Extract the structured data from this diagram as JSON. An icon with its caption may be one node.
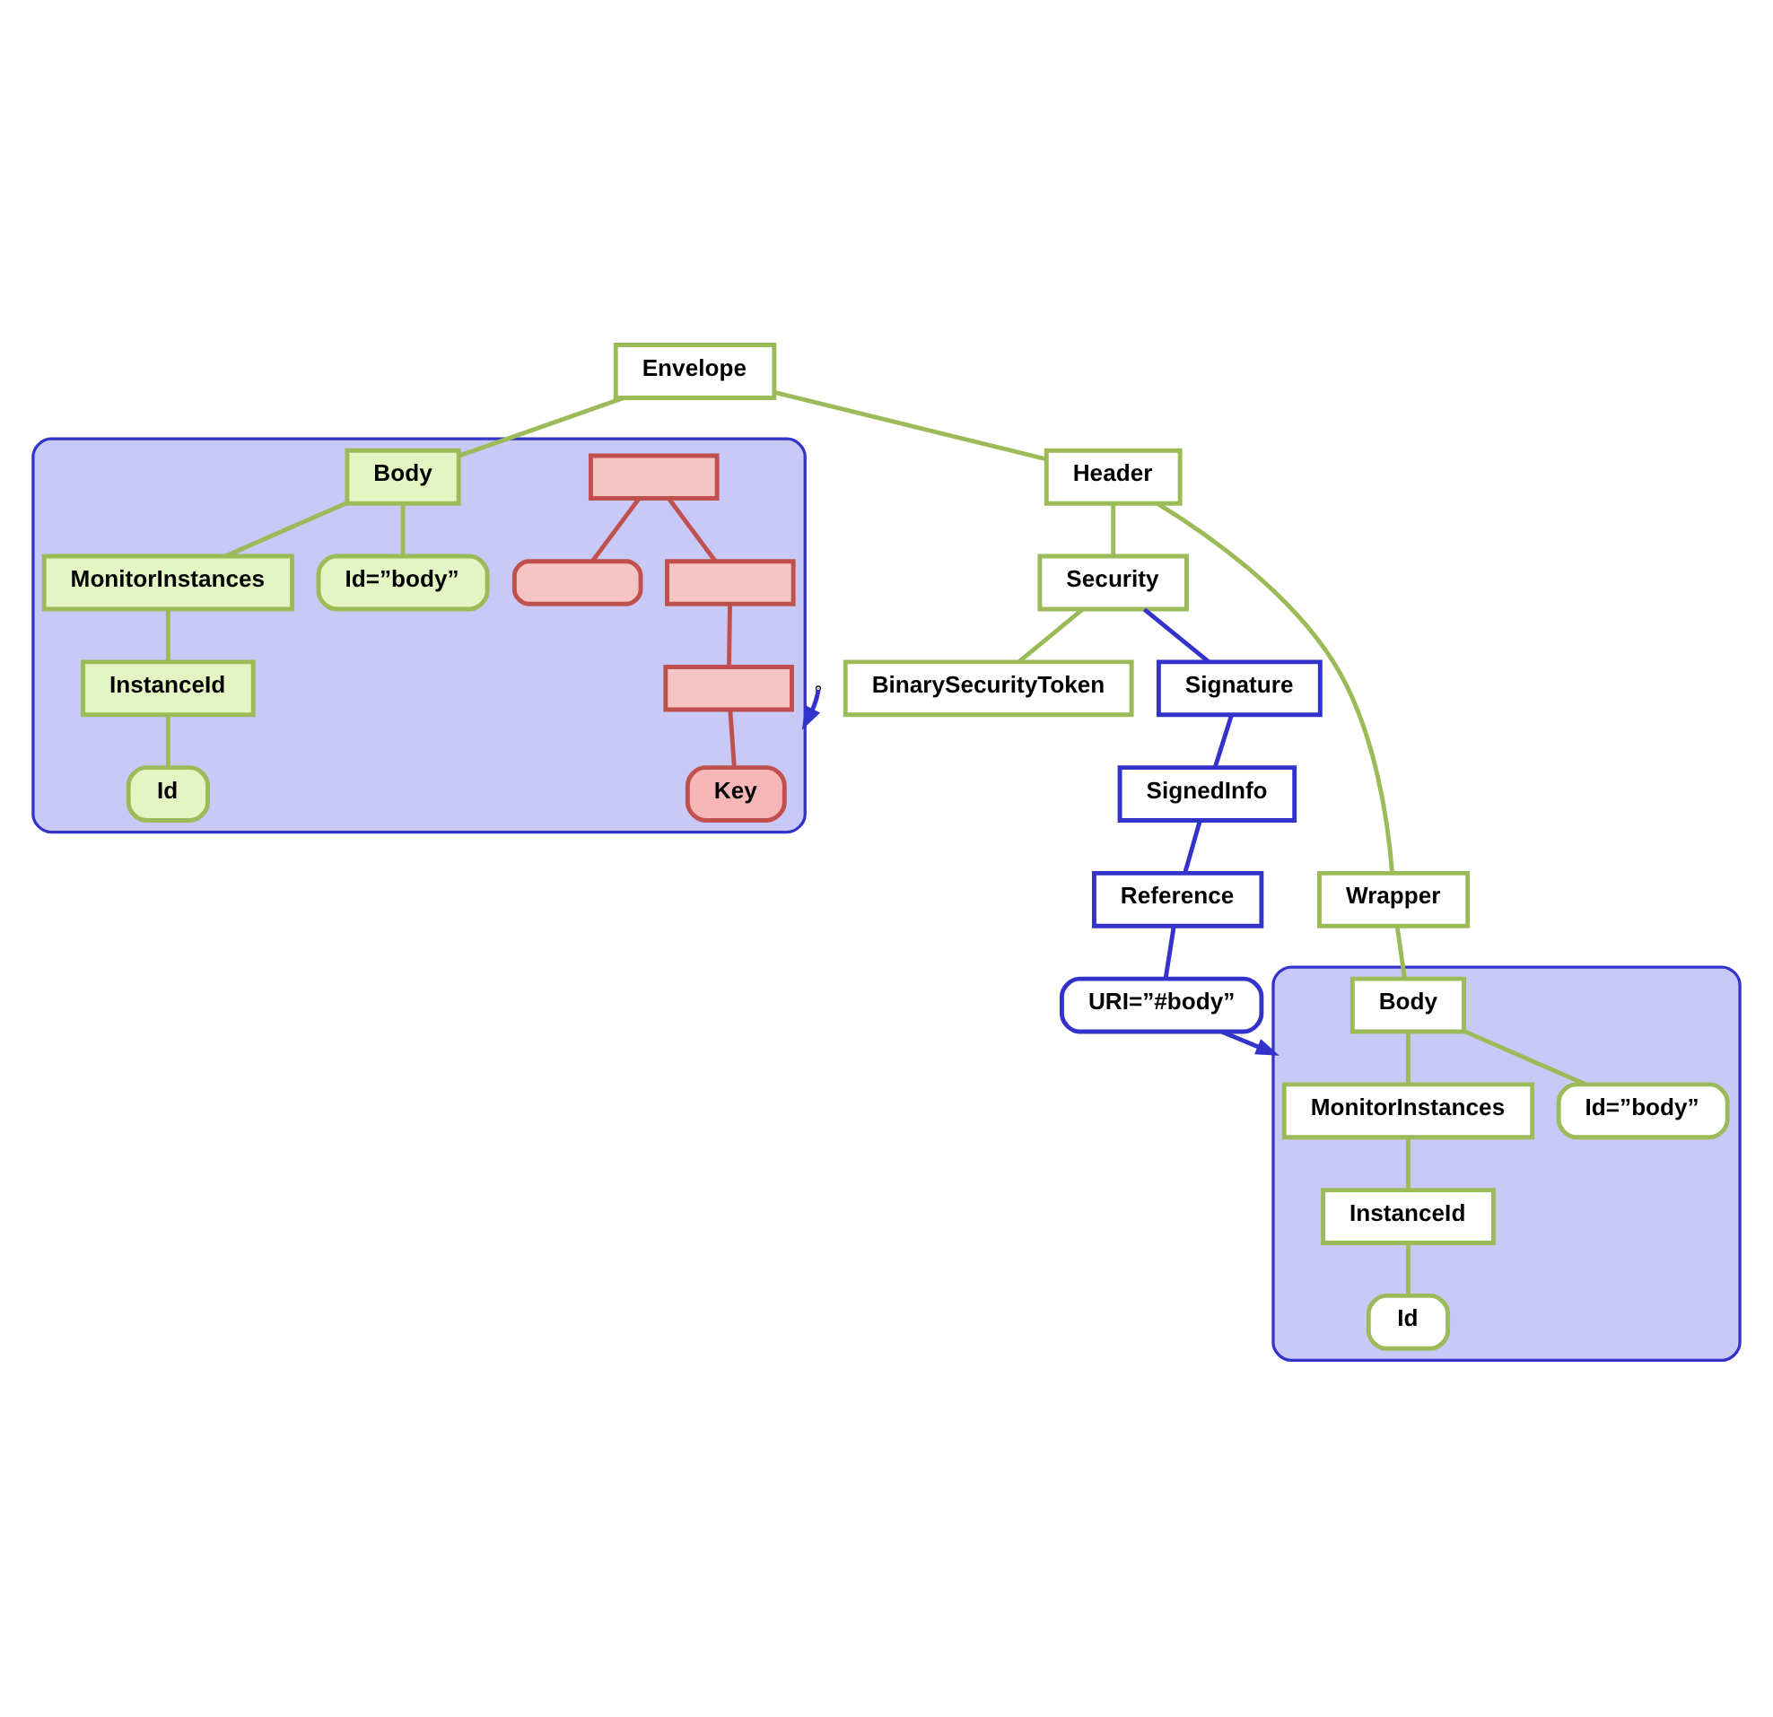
{
  "diagram": {
    "nodes": [
      {
        "text": [
          "Envelope"
        ]
      },
      {
        "text": [
          "Header"
        ]
      },
      {
        "text": [
          "Security"
        ]
      },
      {
        "text": [
          "Signature"
        ]
      },
      {
        "text": [
          "SignedInfo"
        ]
      },
      {
        "text": [
          "Reference"
        ]
      },
      {
        "text": [
          "URI=”#body”"
        ]
      },
      {
        "text": [
          "BinarySecurityToken"
        ]
      },
      {
        "text": [
          "Wrapper"
        ]
      },
      {
        "text": [],
        "shape": "box"
      },
      {
        "text": [
          "Body"
        ],
        "in": 9
      },
      {
        "text": [
          "Id=”body”"
        ],
        "in": 9
      },
      {
        "text": [
          "MonitorInstances"
        ],
        "in": 9
      },
      {
        "text": [
          "InstanceId"
        ],
        "in": 9
      },
      {
        "text": [
          "Id"
        ],
        "in": 9
      },
      {
        "text": [],
        "shape": "box"
      },
      {
        "text": [
          "Body"
        ],
        "in": 15
      },
      {
        "text": [
          "Id=”body”"
        ],
        "in": 15
      },
      {
        "text": [
          "MonitorInstances"
        ],
        "in": 15
      },
      {
        "text": [
          "InstanceId"
        ],
        "in": 15
      },
      {
        "text": [
          "Id"
        ],
        "in": 15
      },
      {
        "text": [
          "Key"
        ],
        "in": 15
      },
      {
        "text": [],
        "shape": "box",
        "in": 15
      },
      {
        "text": [],
        "shape": "box",
        "in": 15
      },
      {
        "text": [],
        "shape": "box",
        "in": 15
      },
      {
        "text": [],
        "shape": "box",
        "in": 15
      }
    ],
    "edges": [
      {
        "from": 0,
        "to": 1,
        "arrow": "none"
      },
      {
        "from": 1,
        "to": 2,
        "arrow": "none"
      },
      {
        "from": 2,
        "to": 3,
        "arrow": "none",
        "color": "#3333cc"
      },
      {
        "from": 3,
        "to": 4,
        "arrow": "none",
        "color": "#3333cc"
      },
      {
        "from": 4,
        "to": 5,
        "arrow": "none",
        "color": "#3333cc"
      },
      {
        "from": 5,
        "to": 6,
        "arrow": "none",
        "color": "#3333cc"
      },
      {
        "from": 2,
        "to": 7,
        "arrow": "none"
      },
      {
        "from": 1,
        "to": 8,
        "arrow": "none"
      },
      {
        "from": 8,
        "to": 10,
        "arrow": "none"
      },
      {
        "from": 10,
        "to": 11,
        "arrow": "none"
      },
      {
        "from": 10,
        "to": 12,
        "arrow": "none"
      },
      {
        "from": 12,
        "to": 13,
        "arrow": "none"
      },
      {
        "from": 13,
        "to": 14,
        "arrow": "none"
      },
      {
        "from": 6,
        "to": 9,
        "arrow": "to",
        "color": "#3333cc"
      },
      {
        "from": 0,
        "to": 16,
        "arrow": "none"
      },
      {
        "from": 16,
        "to": 17,
        "arrow": "none"
      },
      {
        "from": 16,
        "to": 18,
        "arrow": "none"
      },
      {
        "from": 18,
        "to": 19,
        "arrow": "none"
      },
      {
        "from": 19,
        "to": 20,
        "arrow": "none"
      },
      {
        "from": 22,
        "to": 23,
        "arrow": "none",
        "color": "#c0504d"
      },
      {
        "from": 22,
        "to": 24,
        "arrow": "none",
        "color": "#c0504d"
      },
      {
        "from": 24,
        "to": 25,
        "arrow": "none",
        "color": "#c0504d"
      },
      {
        "from": 25,
        "to": 21,
        "arrow": "none",
        "color": "#c0504d"
      },
      {
        "from": null,
        "to": 15,
        "arrow": "to",
        "color": "#3333cc"
      }
    ]
  }
}
